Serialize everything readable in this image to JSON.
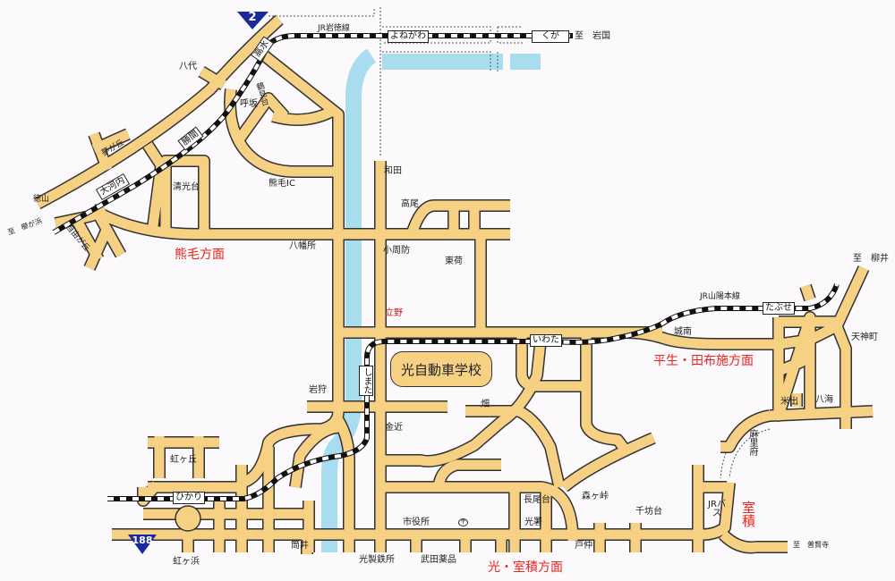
{
  "map": {
    "destination": "光自動車学校",
    "route_shields": {
      "national_2": "2",
      "national_188": "188"
    },
    "rail_lines": {
      "gantoku": "JR岩徳線",
      "sanyo": "JR山陽本線"
    },
    "stations": {
      "yonegawa": "よねがわ",
      "kuga": "くが",
      "tabuse": "たぶせ",
      "iwata": "いわた",
      "shimata": "しまた",
      "hikari": "ひかり",
      "takamizu": "高水",
      "katsuma": "勝間",
      "okochi": "大河内"
    },
    "places": {
      "yashiro": "八代",
      "yobisaka": "呼坂",
      "tsurumidai": "鶴見台",
      "yumegaoka": "夢が丘",
      "seikodai": "清光台",
      "kumage_ic": "熊毛IC",
      "tokuyama": "徳山",
      "jiyugaoka": "自由が丘",
      "yawatasho": "八幡所",
      "wada": "和田",
      "takao": "高尾",
      "kosuo": "小周防",
      "toka": "東荷",
      "tateno": "立野",
      "iwakari": "岩狩",
      "kanechika": "金近",
      "hata": "畑",
      "nijigaoka": "虹ヶ丘",
      "nijigahama": "虹ヶ浜",
      "tsutsui": "筒井",
      "hikari_steel": "光製鉄所",
      "takeda": "武田薬品",
      "city_hall": "市役所",
      "nagaodai": "長尾台",
      "police": "光署",
      "morigatao": "森ヶ峠",
      "tonaka": "戸仲",
      "senbodai": "千坊台",
      "jr_bus": "JRバス",
      "jonan": "城南",
      "yoneide": "米出",
      "hakkai": "八海",
      "tenjincho": "天神町",
      "marifu": "麻里府",
      "post_office": "〒"
    },
    "directions": {
      "to_iwakuni": "至　岩国",
      "to_yanai": "至　柳井",
      "to_fugenji": "至　普賢寺",
      "to_kushigahama": "至　櫛が浜",
      "kumage": "熊毛方面",
      "hirao_tabuse": "平生・田布施方面",
      "hikari_murozumi": "光・室積方面",
      "murozumi": "室積"
    },
    "colors": {
      "road": "#f6d183",
      "road_edge": "#333333",
      "river": "#a8dcef",
      "direction": "#e8251e",
      "shield": "#1a2a9c"
    }
  }
}
